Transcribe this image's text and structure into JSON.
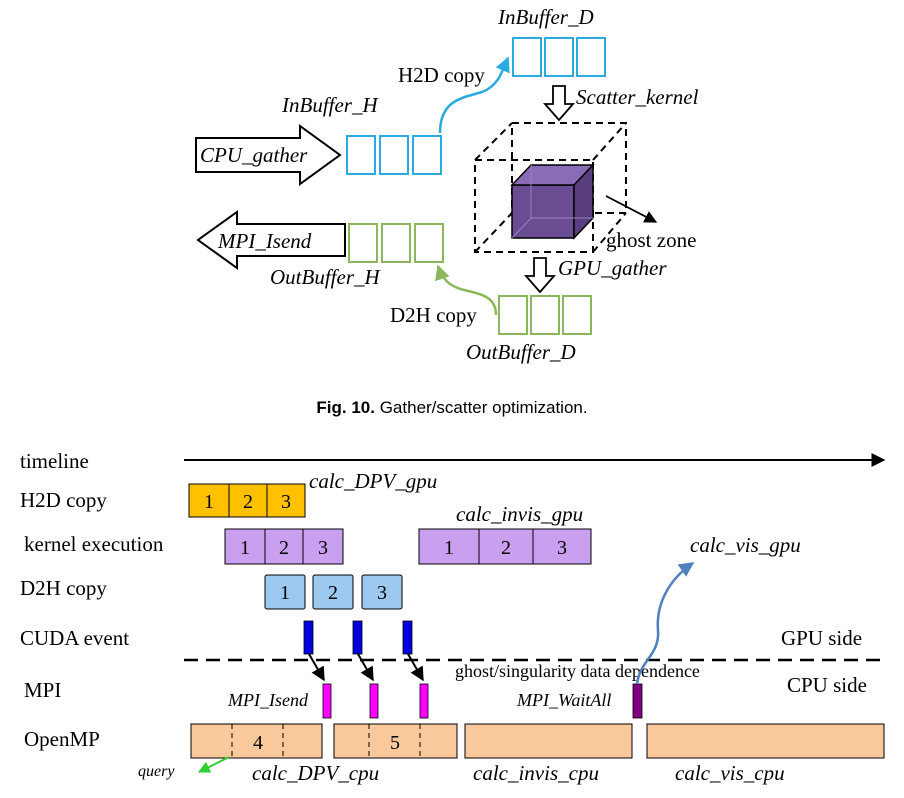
{
  "fig10": {
    "inbuffer_d": "InBuffer_D",
    "inbuffer_h": "InBuffer_H",
    "h2d_copy": "H2D copy",
    "scatter_kernel": "Scatter_kernel",
    "cpu_gather": "CPU_gather",
    "ghost_zone": "ghost zone",
    "mpi_isend": "MPI_Isend",
    "outbuffer_h": "OutBuffer_H",
    "gpu_gather": "GPU_gather",
    "d2h_copy": "D2H copy",
    "outbuffer_d": "OutBuffer_D",
    "caption_label": "Fig. 10.",
    "caption_text": " Gather/scatter optimization."
  },
  "timeline": {
    "rows": {
      "timeline": "timeline",
      "h2d": "H2D copy",
      "kernel": "kernel execution",
      "d2h": "D2H copy",
      "cuda": "CUDA event",
      "mpi": "MPI",
      "openmp": "OpenMP"
    },
    "gpu_side": "GPU side",
    "cpu_side": "CPU side",
    "calc_dpv_gpu": "calc_DPV_gpu",
    "calc_invis_gpu": "calc_invis_gpu",
    "calc_vis_gpu": "calc_vis_gpu",
    "ghost_dependence": "ghost/singularity data dependence",
    "mpi_isend": "MPI_Isend",
    "mpi_waitall": "MPI_WaitAll",
    "query": "query",
    "calc_dpv_cpu": "calc_DPV_cpu",
    "calc_invis_cpu": "calc_invis_cpu",
    "calc_vis_cpu": "calc_vis_cpu",
    "h2d_cells": [
      "1",
      "2",
      "3"
    ],
    "kernel_a_cells": [
      "1",
      "2",
      "3"
    ],
    "kernel_b_cells": [
      "1",
      "2",
      "3"
    ],
    "d2h_cells": [
      "1",
      "2",
      "3"
    ],
    "openmp_nums": [
      "4",
      "5"
    ]
  },
  "colors": {
    "cyan": "#29abe2",
    "green": "#8cb65a",
    "purple_cube": "#6a4c93",
    "h2d_fill": "#ffc000",
    "kernel_fill": "#c9a0f0",
    "d2h_fill": "#9dc9f0",
    "cuda_event": "#0000e0",
    "mpi_magenta": "#ff00ff",
    "waitall": "#800080",
    "openmp_fill": "#f9c89b",
    "vis_arrow": "#4f81bd",
    "query_arrow": "#33cc33"
  }
}
